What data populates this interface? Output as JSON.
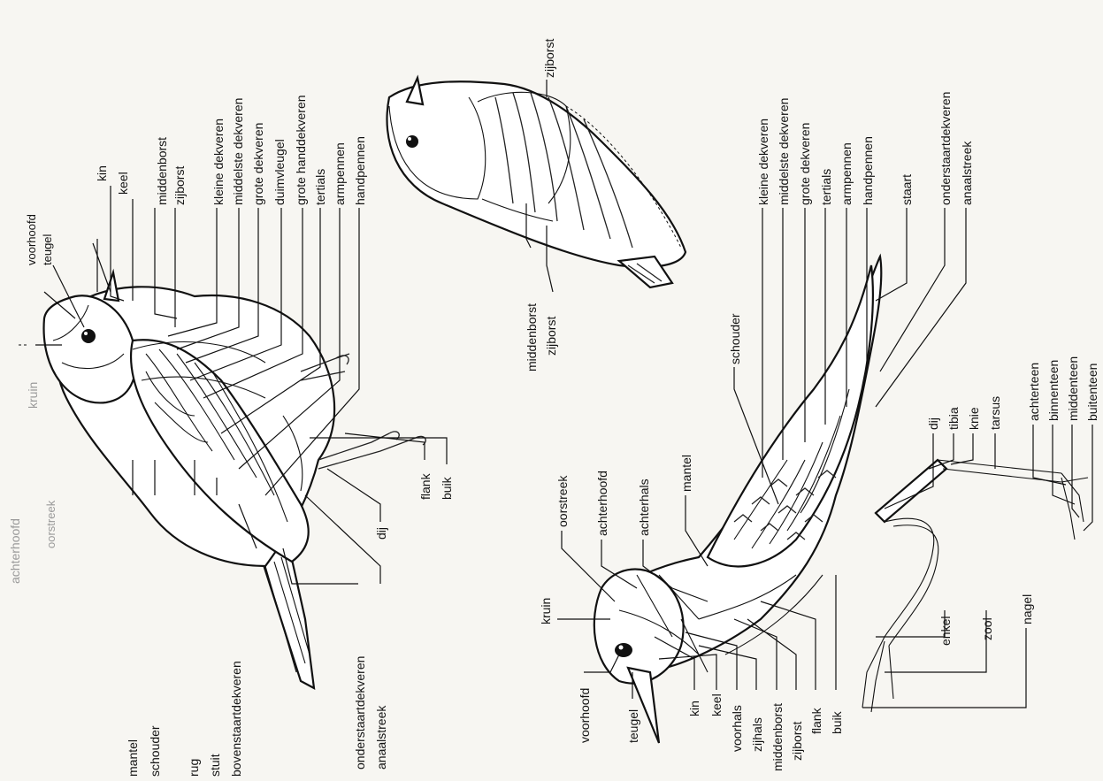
{
  "bird1": {
    "labels": [
      "achterhoofd",
      "kruin",
      "oorstreek",
      "voorhoofd",
      "teugel",
      "kin",
      "keel",
      "middenborst",
      "zijborst",
      "kleine dekveren",
      "middelste dekveren",
      "grote dekveren",
      "duimvleugel",
      "grote handdekveren",
      "tertials",
      "armpennen",
      "handpennen",
      "mantel",
      "schouder",
      "rug",
      "stuit",
      "bovenstaartdekveren",
      "onderstaartdekveren",
      "anaalstreek",
      "dij",
      "flank",
      "buik"
    ]
  },
  "bird2": {
    "labels": [
      "zijborst",
      "middenborst",
      "zijborst"
    ]
  },
  "bird3": {
    "labels": [
      "kleine dekveren",
      "middelste dekveren",
      "grote dekveren",
      "tertials",
      "armpennen",
      "handpennen",
      "staart",
      "onderstaartdekveren",
      "anaalstreek",
      "schouder",
      "oorstreek",
      "achterhoofd",
      "achterhals",
      "mantel",
      "kruin",
      "voorhoofd",
      "teugel",
      "kin",
      "keel",
      "voorhals",
      "zijhals",
      "middenborst",
      "zijborst",
      "flank",
      "buik",
      "dij",
      "tibia",
      "knie",
      "tarsus",
      "achterteen",
      "binnenteen",
      "middenteen",
      "buitenteen",
      "enkel",
      "zool",
      "nagel"
    ]
  }
}
